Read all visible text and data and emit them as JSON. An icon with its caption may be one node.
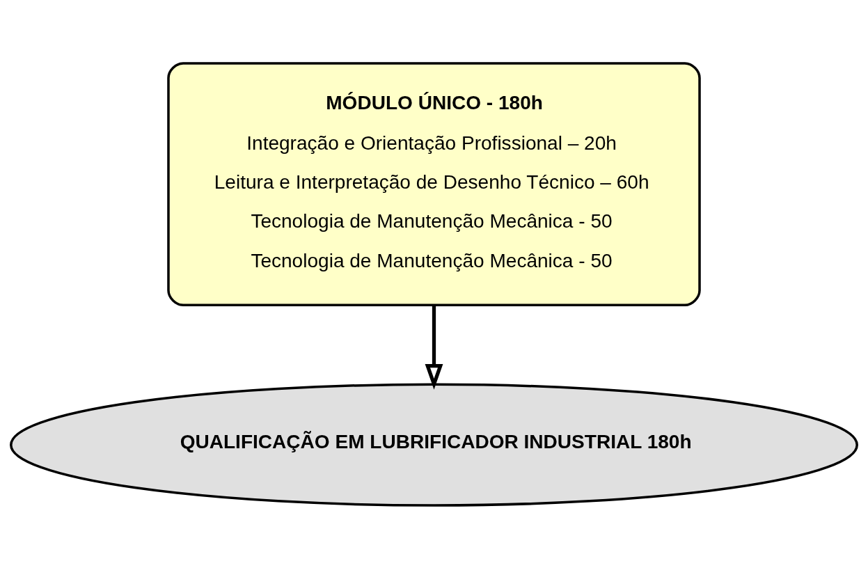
{
  "diagram": {
    "nodes": [
      {
        "text": [
          "MÓDULO ÚNICO - 180h",
          "Integração e Orientação Profissional – 20h",
          "Leitura e Interpretação de Desenho Técnico – 60h",
          "Tecnologia de Manutenção Mecânica - 50",
          "Tecnologia de Manutenção Mecânica - 50"
        ]
      },
      {
        "text": [
          "QUALIFICAÇÃO EM LUBRIFICADOR INDUSTRIAL 180h"
        ]
      }
    ],
    "edges": [
      {
        "from": 0,
        "to": 1,
        "arrow": "to"
      }
    ]
  }
}
